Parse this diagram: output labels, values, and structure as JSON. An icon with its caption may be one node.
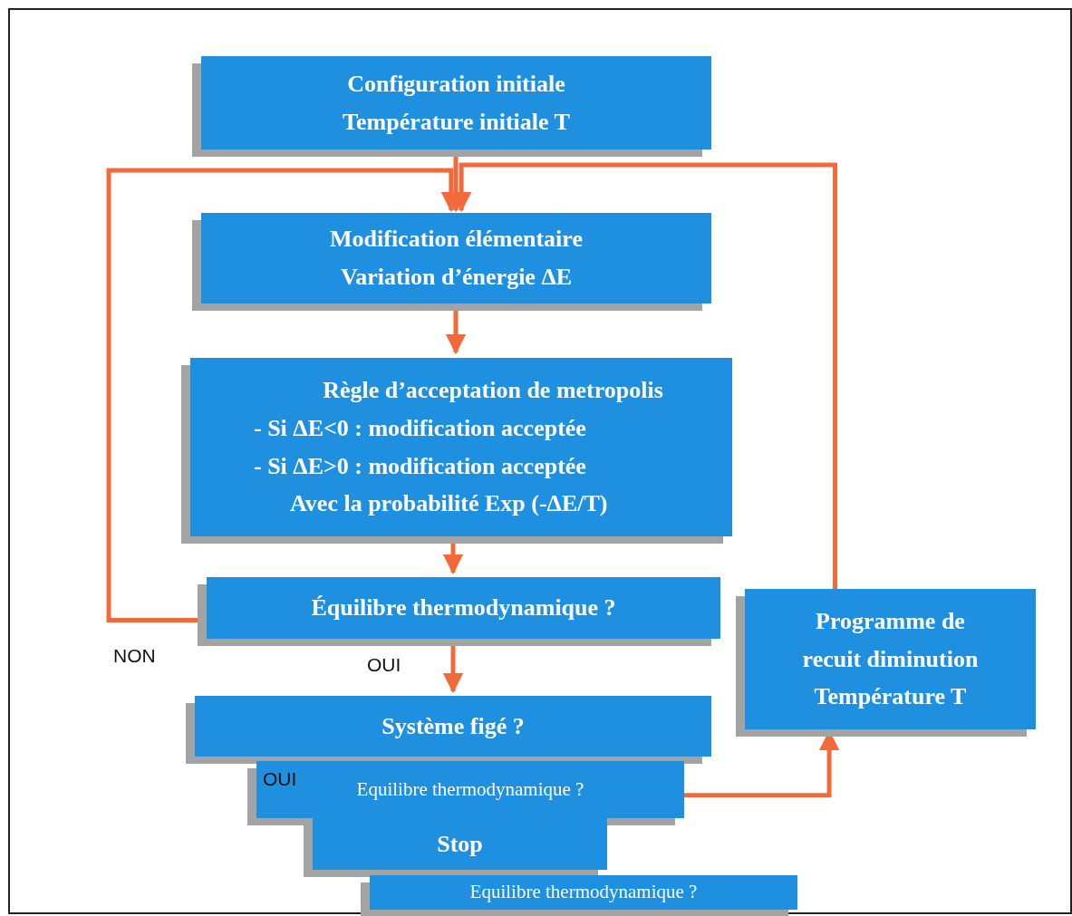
{
  "diagram": {
    "nodes": [
      {
        "text": [
          "Configuration initiale",
          "Température initiale T"
        ]
      },
      {
        "text": [
          "Modification élémentaire",
          "Variation d’énergie ΔE"
        ]
      },
      {
        "text": [
          "Règle d’acceptation de metropolis",
          "- Si ΔE<0 : modification acceptée",
          "- Si ΔE>0 : modification acceptée",
          "Avec la probabilité Exp (-ΔE/T)"
        ]
      },
      {
        "text": [
          "Équilibre thermodynamique ?"
        ]
      },
      {
        "text": [
          "Programme de recuit diminution Température T"
        ]
      },
      {
        "text": [
          "Système figé ?"
        ]
      },
      {
        "text": [
          "Equilibre thermodynamique ?"
        ]
      },
      {
        "text": [
          "Stop"
        ]
      },
      {
        "text": [
          "Equilibre thermodynamique ?"
        ]
      }
    ],
    "edges": [
      {
        "from": 0,
        "to": 1,
        "arrow": "to"
      },
      {
        "from": 3,
        "to": 1,
        "arrow": "to",
        "label": "NON"
      },
      {
        "from": 4,
        "to": 1,
        "arrow": "to"
      },
      {
        "from": 1,
        "to": 2,
        "arrow": "to"
      },
      {
        "from": 2,
        "to": 3,
        "arrow": "to"
      },
      {
        "from": 3,
        "to": 5,
        "arrow": "to",
        "label": "OUI"
      },
      {
        "from": 6,
        "to": 4,
        "arrow": "to"
      }
    ],
    "labels": [
      "OUI"
    ]
  }
}
